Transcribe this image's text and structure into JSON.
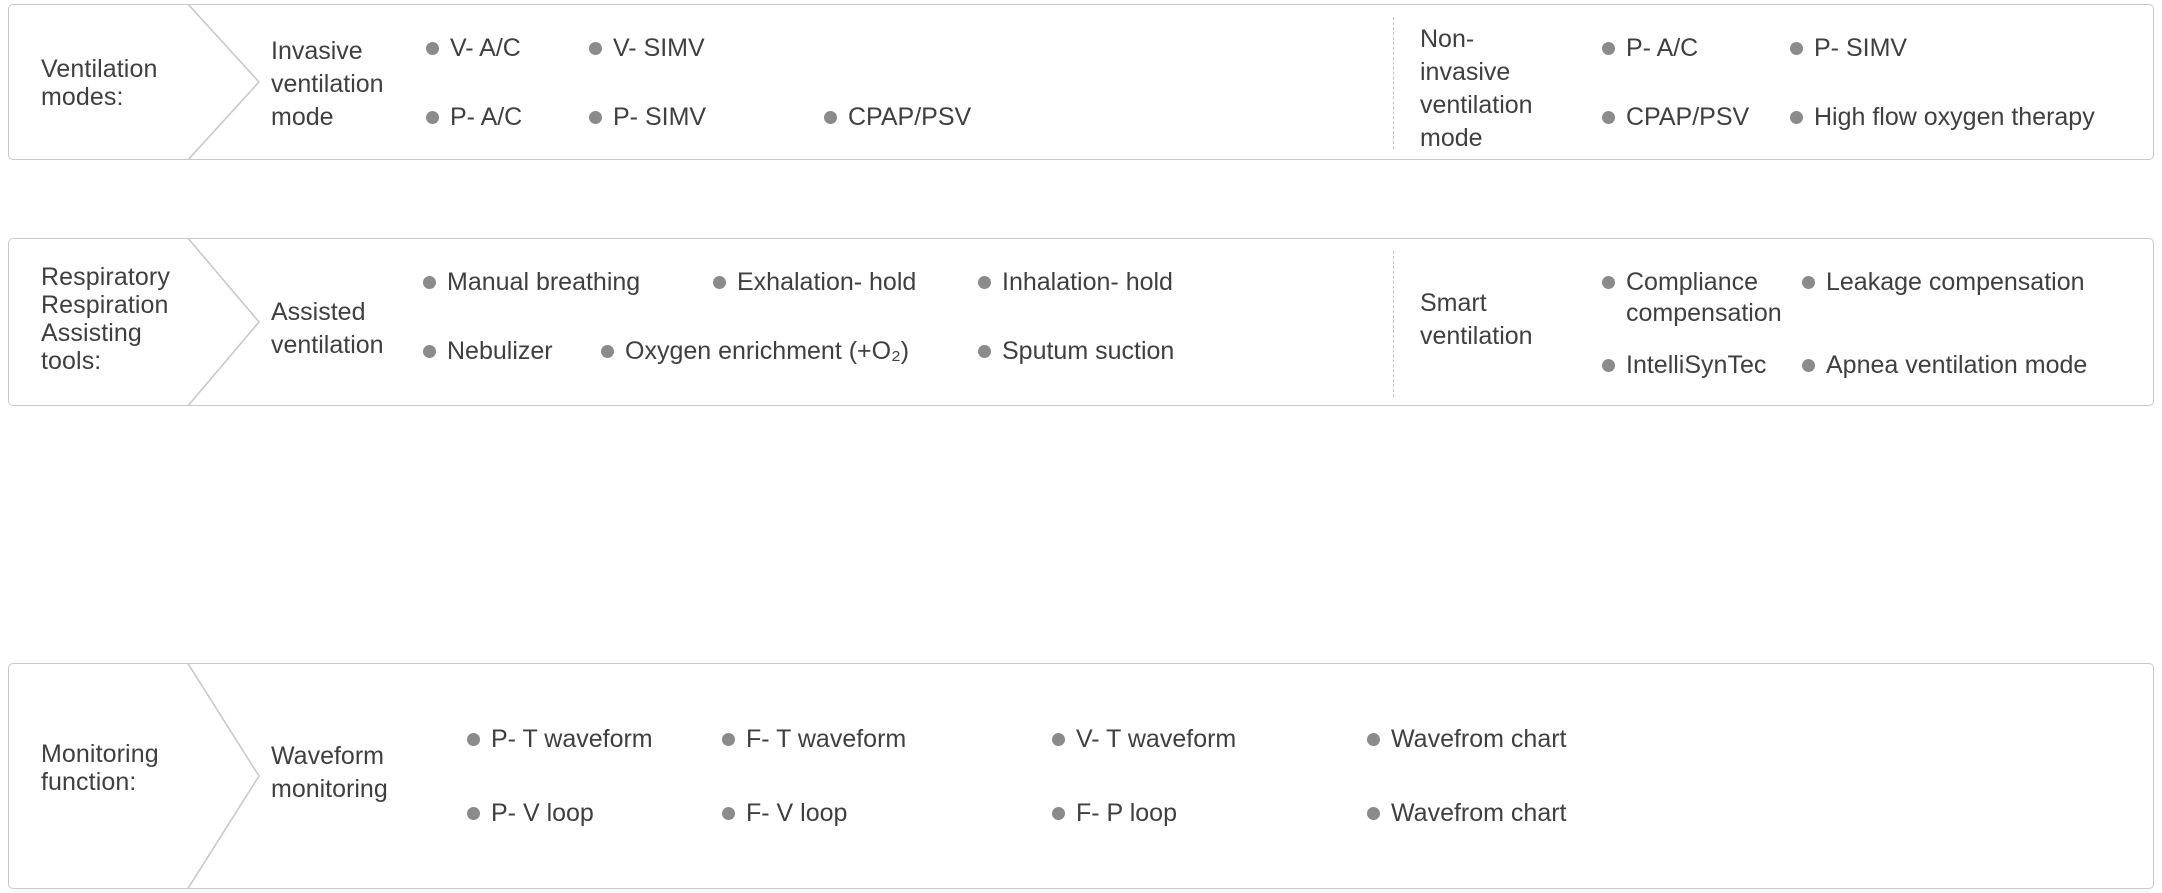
{
  "colors": {
    "card_border": "#c9c9c9",
    "divider": "#c4c4c4",
    "bullet": "#8b8b8b",
    "text": "#3f3f3f",
    "background": "#ffffff"
  },
  "rows": [
    {
      "category": "Ventilation\nmodes:",
      "groups": [
        {
          "title": "Invasive\nventilation\nmode",
          "items": [
            [
              "V- A/C",
              "V- SIMV"
            ],
            [
              "P- A/C",
              "P- SIMV",
              "CPAP/PSV"
            ]
          ]
        },
        {
          "title": "Non-\ninvasive\nventilation\nmode",
          "items": [
            [
              "P- A/C",
              "P- SIMV"
            ],
            [
              "CPAP/PSV",
              "High flow oxygen therapy"
            ]
          ]
        }
      ]
    },
    {
      "category": "Respiratory\nRespiration\nAssisting\ntools:",
      "groups": [
        {
          "title": "Assisted\nventilation",
          "items": [
            [
              "Manual breathing",
              "Exhalation- hold",
              "Inhalation- hold"
            ],
            [
              "Nebulizer",
              "Oxygen enrichment (+O₂)",
              "Sputum suction"
            ]
          ]
        },
        {
          "title": "Smart\nventilation",
          "items": [
            [
              "Compliance compensation",
              "Leakage compensation"
            ],
            [
              "IntelliSynTec",
              "Apnea ventilation mode"
            ]
          ]
        }
      ]
    },
    {
      "category": "Monitoring\nfunction:",
      "groups": [
        {
          "title": "Waveform\nmonitoring",
          "items": [
            [
              "P- T waveform",
              "F- T waveform",
              "V- T waveform",
              "Wavefrom chart"
            ],
            [
              "P- V loop",
              "F- V loop",
              "F- P loop",
              "Wavefrom chart"
            ]
          ]
        }
      ]
    }
  ]
}
